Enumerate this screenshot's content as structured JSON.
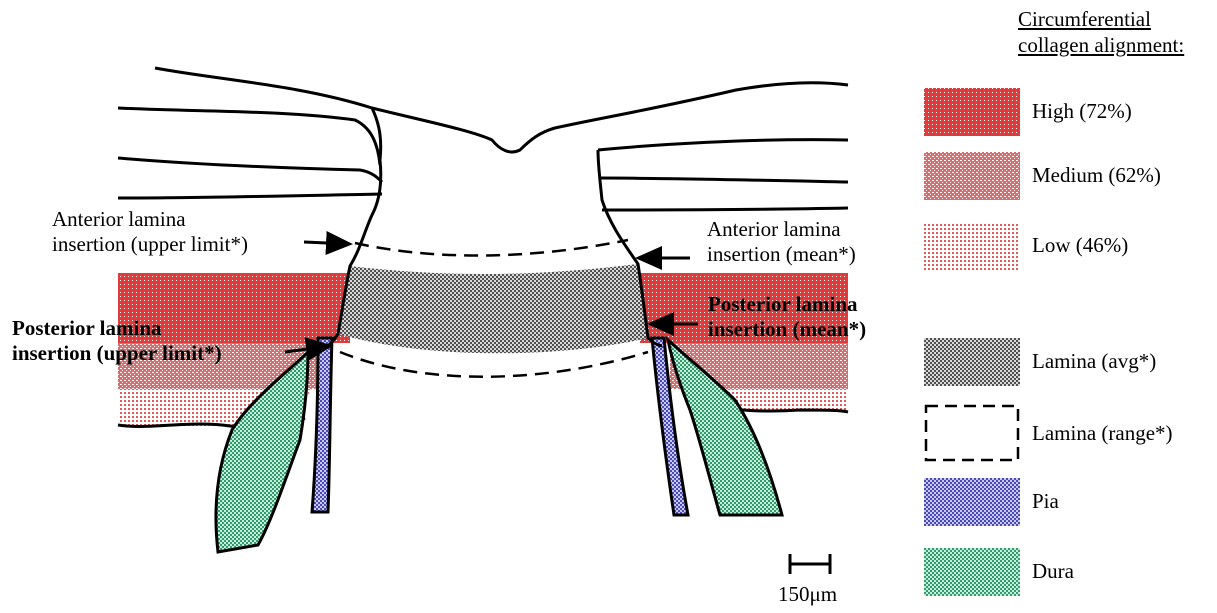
{
  "legend": {
    "title_line1": "Circumferential",
    "title_line2": "collagen alignment:",
    "items": [
      {
        "label": "High (72%)",
        "color": "#e03a3a"
      },
      {
        "label": "Medium (62%)",
        "color": "#e06a6a"
      },
      {
        "label": "Low (46%)",
        "color": "#e89a9a"
      },
      {
        "label": "Lamina (avg*)",
        "color": "#6f6f6f"
      },
      {
        "label": "Lamina (range*)",
        "color": "#000000"
      },
      {
        "label": "Pia",
        "color": "#5c5cc4"
      },
      {
        "label": "Dura",
        "color": "#3aa87a"
      }
    ]
  },
  "annotations": {
    "anterior_upper_line1": "Anterior lamina",
    "anterior_upper_line2": "insertion (upper limit*)",
    "anterior_mean_line1": "Anterior lamina",
    "anterior_mean_line2": "insertion (mean*)",
    "posterior_upper_line1": "Posterior lamina",
    "posterior_upper_line2": "insertion (upper limit*)",
    "posterior_mean_line1": "Posterior lamina",
    "posterior_mean_line2": "insertion (mean*)"
  },
  "scale_bar": {
    "label": "150μm"
  }
}
